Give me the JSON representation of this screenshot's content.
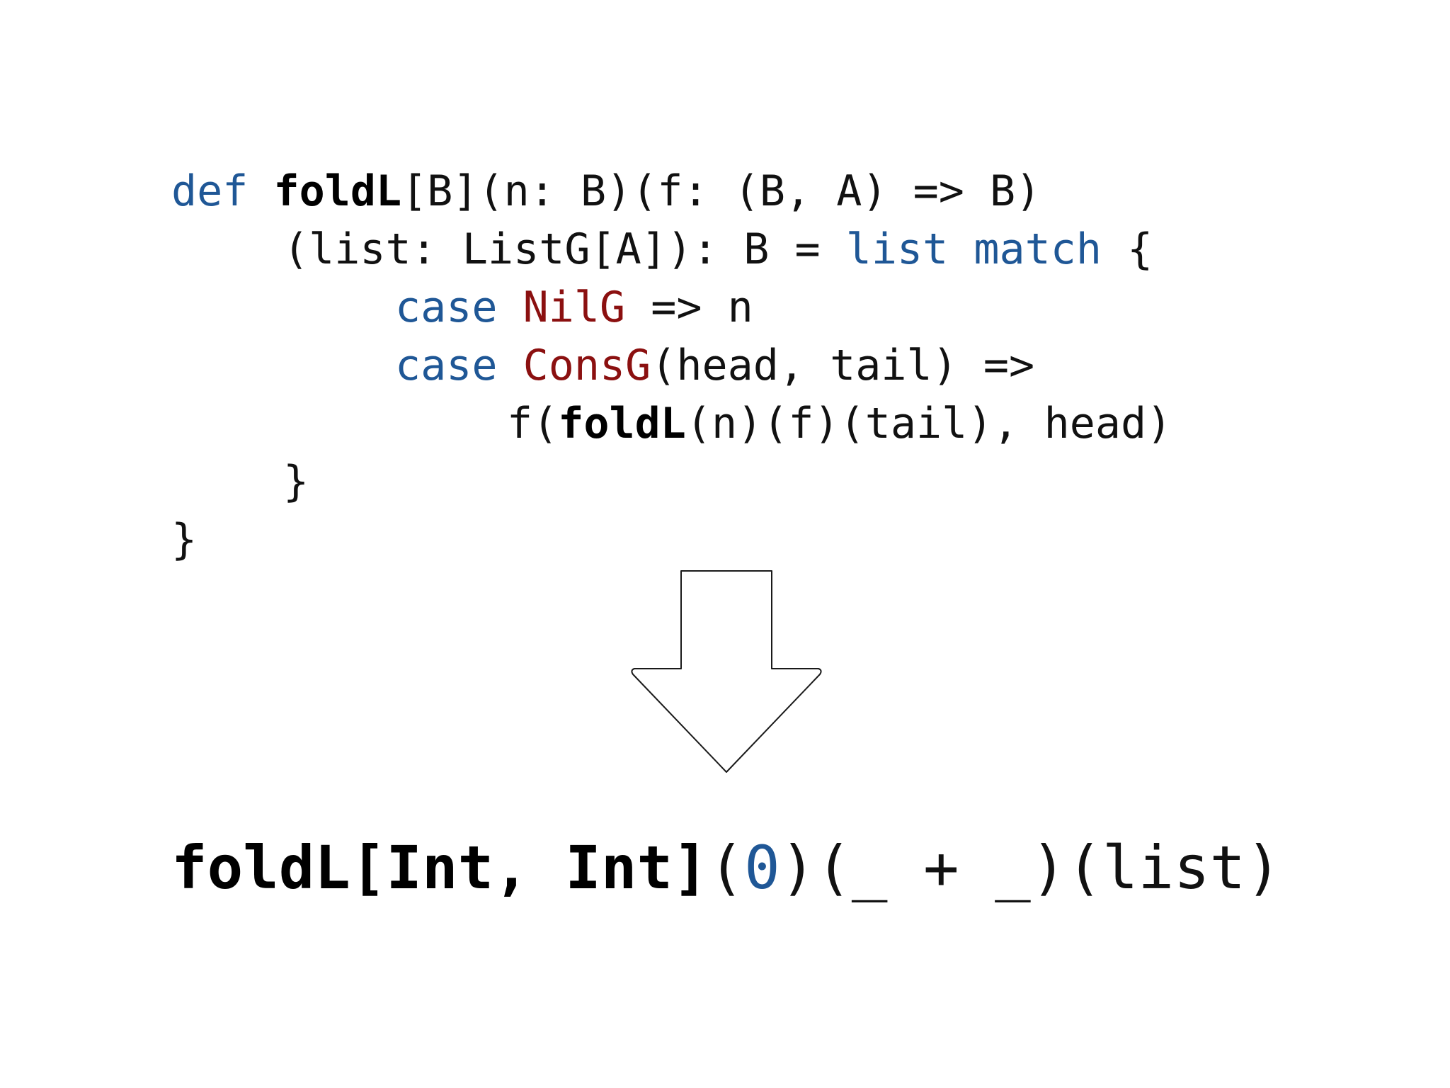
{
  "code": {
    "line1": {
      "kw_def": "def",
      "fn_name": "foldL",
      "rest": "[B](n: B)(f: (B, A) => B)"
    },
    "line2": {
      "params": "(list: ListG[A]): B = ",
      "kw_list": "list",
      "kw_match": "match",
      "brace": "{"
    },
    "line3": {
      "kw_case": "case",
      "ctor": "NilG",
      "rest": "=> n"
    },
    "line4": {
      "kw_case": "case",
      "ctor": "ConsG",
      "rest": "(head, tail) =>"
    },
    "line5": {
      "prefix": "f(",
      "fn_name": "foldL",
      "rest": "(n)(f)(tail), head)"
    },
    "line6": {
      "brace": "}"
    },
    "line7": {
      "brace": "}"
    }
  },
  "arrow_icon": "down-arrow-outline-icon",
  "result": {
    "bold_part": "foldL[Int, Int]",
    "open_paren": "(",
    "zero": "0",
    "rest": ")(_ + _)(list)"
  },
  "colors": {
    "keyword": "#1f5796",
    "constructor": "#8b1010",
    "text": "#111111"
  }
}
